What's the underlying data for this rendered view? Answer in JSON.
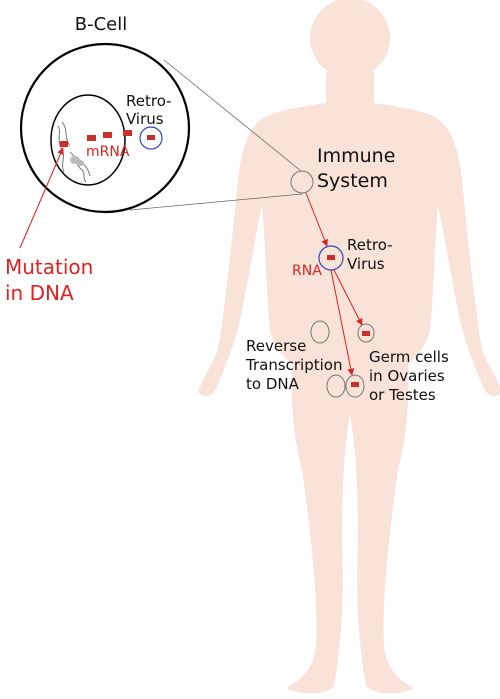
{
  "colors": {
    "body": "#f9e2d8",
    "annotation": "#dd2222",
    "virus_ring": "#3344bb",
    "block": "#c9302c",
    "outline": "#000000",
    "cell_gray": "#bbbbbb"
  },
  "labels": {
    "b_cell": "B-Cell",
    "inset_virus": [
      "Retro-",
      "Virus"
    ],
    "inset_mrna": "mRNA",
    "mutation": [
      "Mutation",
      "in DNA"
    ],
    "immune_system": [
      "Immune",
      "System"
    ],
    "body_virus": [
      "Retro-",
      "Virus"
    ],
    "body_rna": "RNA",
    "reverse_transcription": [
      "Reverse",
      "Transcription",
      "to DNA"
    ],
    "germ_cells": [
      "Germ cells",
      "in Ovaries",
      "or Testes"
    ]
  }
}
